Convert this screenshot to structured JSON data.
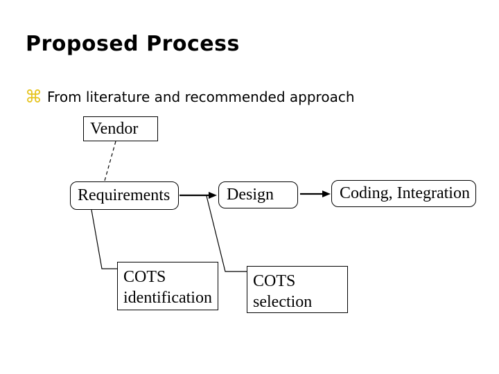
{
  "slide": {
    "title": "Proposed Process",
    "bullet": {
      "marker": "⌘",
      "text": "From literature and recommended approach"
    },
    "colors": {
      "background": "#ffffff",
      "title_text": "#000000",
      "body_text": "#000000",
      "bullet_marker": "#e6c41f",
      "box_border": "#000000",
      "box_fill": "#ffffff",
      "connector": "#000000"
    },
    "diagram": {
      "nodes": [
        {
          "id": "vendor",
          "label": "Vendor",
          "shape": "rectangle"
        },
        {
          "id": "requirements",
          "label": "Requirements",
          "shape": "rounded"
        },
        {
          "id": "design",
          "label": "Design",
          "shape": "rounded"
        },
        {
          "id": "coding-integration",
          "label": "Coding, Integration",
          "shape": "rounded"
        },
        {
          "id": "cots-identification",
          "label": "COTS identification",
          "shape": "rectangle"
        },
        {
          "id": "cots-selection",
          "label": "COTS selection",
          "shape": "rectangle"
        }
      ],
      "edges": [
        {
          "from": "vendor",
          "to": "requirements",
          "style": "dashed-line"
        },
        {
          "from": "requirements",
          "to": "design",
          "style": "solid-arrow"
        },
        {
          "from": "design",
          "to": "coding-integration",
          "style": "solid-arrow"
        },
        {
          "from": "requirements",
          "to": "cots-identification",
          "style": "thin-elbow-line"
        },
        {
          "from": "requirements-design-arrow",
          "to": "cots-selection",
          "style": "thin-elbow-line"
        }
      ]
    }
  }
}
